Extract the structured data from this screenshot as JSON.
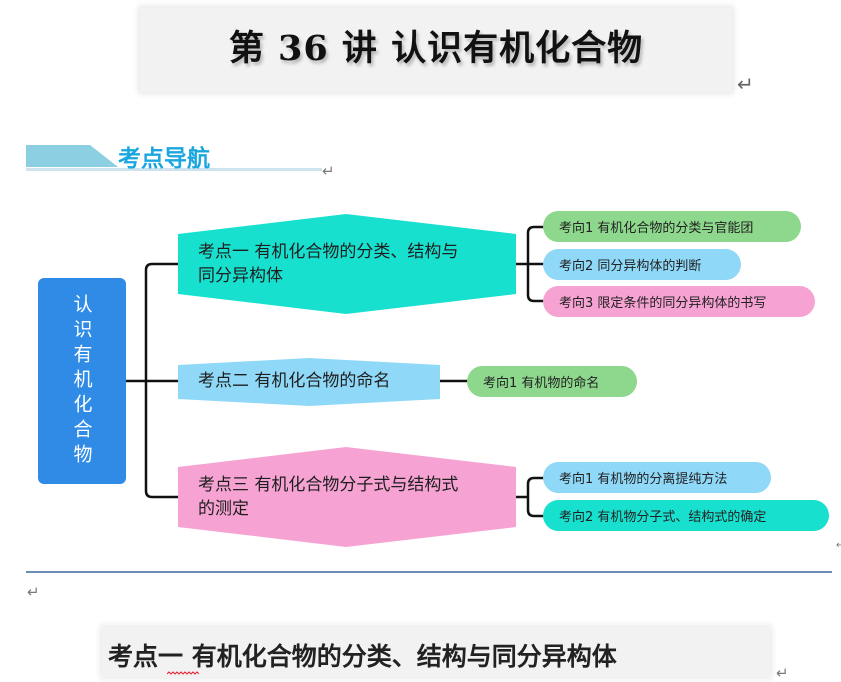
{
  "title": "第 36 讲  认识有机化合物",
  "section_header": "考点导航",
  "return_mark": "↵",
  "mindmap": {
    "root": "认识有机化合物",
    "topics": [
      {
        "label_line1": "考点一   有机化合物的分类、结构与",
        "label_line2": "同分异构体",
        "color": "#17e0cf",
        "directions": [
          {
            "label": "考向1   有机化合物的分类与官能团",
            "color": "#8dd88c"
          },
          {
            "label": "考向2   同分异构体的判断",
            "color": "#8fd8f7"
          },
          {
            "label": "考向3   限定条件的同分异构体的书写",
            "color": "#f6a3d3"
          }
        ]
      },
      {
        "label_line1": "考点二   有机化合物的命名",
        "color": "#8fd8f7",
        "directions": [
          {
            "label": "考向1   有机物的命名",
            "color": "#8dd88c"
          }
        ]
      },
      {
        "label_line1": "考点三   有机化合物分子式与结构式",
        "label_line2": "的测定",
        "color": "#f6a3d3",
        "directions": [
          {
            "label": "考向1   有机物的分离提纯方法",
            "color": "#8fd8f7"
          },
          {
            "label": "考向2       有机物分子式、结构式的确定",
            "color": "#17e0cf"
          }
        ]
      }
    ]
  },
  "bottom_heading": "考点一    有机化合物的分类、结构与同分异构体",
  "root_color": "#2f8be6"
}
